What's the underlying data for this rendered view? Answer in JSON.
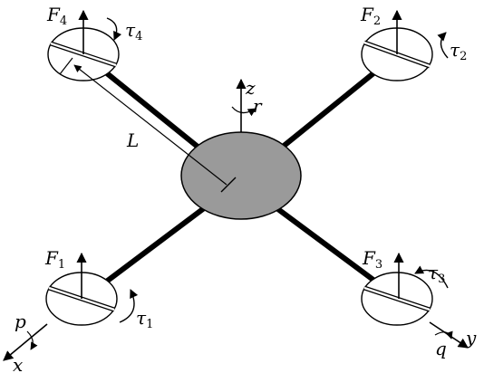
{
  "labels": {
    "F": "F",
    "tau": "τ",
    "L": "L",
    "z": "z",
    "r": "r",
    "p": "p",
    "x": "x",
    "q": "q",
    "y": "y"
  },
  "rotors": [
    {
      "id": "rotor-1",
      "sub": "1"
    },
    {
      "id": "rotor-2",
      "sub": "2"
    },
    {
      "id": "rotor-3",
      "sub": "3"
    },
    {
      "id": "rotor-4",
      "sub": "4"
    }
  ],
  "colors": {
    "body_fill": "#9a9a9a",
    "line": "#000000",
    "rotor_fill": "#ffffff"
  }
}
